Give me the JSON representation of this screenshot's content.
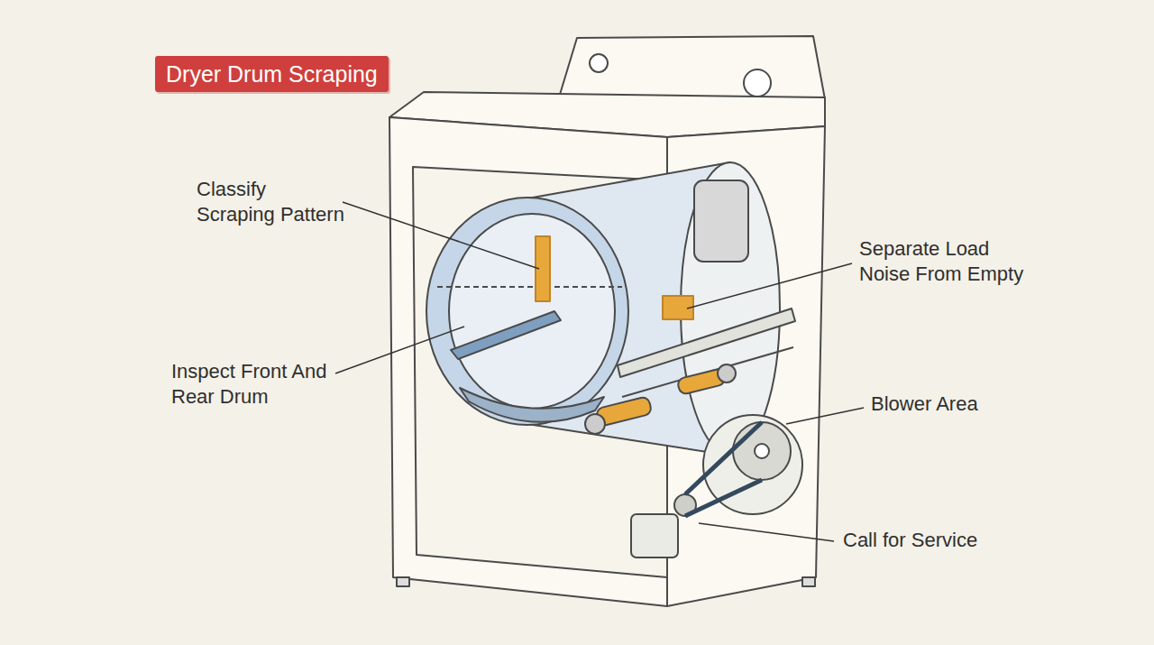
{
  "diagram": {
    "title": "Dryer Drum Scraping",
    "labels": [
      "Classify Scraping Pattern",
      "Separate Load Noise From Empty",
      "Inspect Front And Rear Drum",
      "Blower Area",
      "Call for Service"
    ]
  }
}
